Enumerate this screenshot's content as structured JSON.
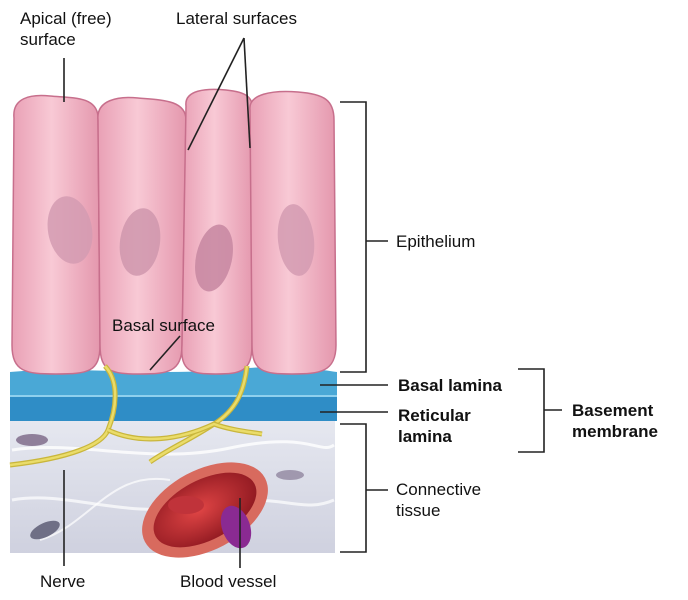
{
  "labels": {
    "apical_surface": "Apical (free)\nsurface",
    "lateral_surfaces": "Lateral surfaces",
    "epithelium": "Epithelium",
    "basal_surface": "Basal surface",
    "basal_lamina": "Basal lamina",
    "reticular_lamina": "Reticular\nlamina",
    "basement_membrane": "Basement\nmembrane",
    "connective_tissue": "Connective\ntissue",
    "nerve": "Nerve",
    "blood_vessel": "Blood vessel"
  },
  "colors": {
    "cell_fill": "#f2b4c4",
    "cell_outline": "#c9738f",
    "nucleus": "#d6a0b4",
    "basal_lamina": "#3f9fcf",
    "reticular_lamina": "#2f86c0",
    "connective_tissue": "#dcdde8",
    "nerve": "#d9c646",
    "blood_vessel": "#b3262e",
    "blood_cells": "#9a2ea0",
    "leader_line": "#222222"
  }
}
